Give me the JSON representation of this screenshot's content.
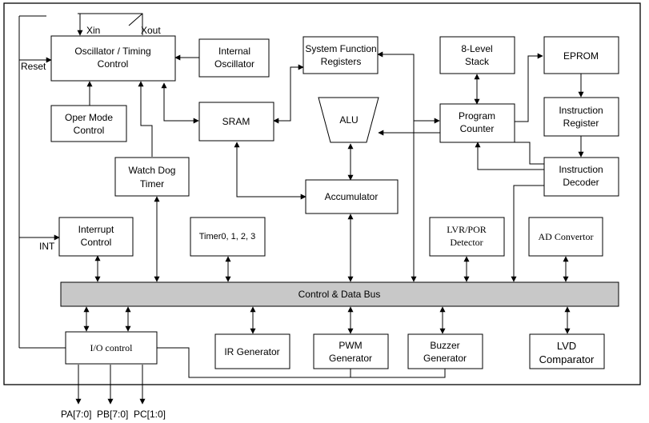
{
  "blocks": {
    "oscillator": [
      "Oscillator / Timing",
      "Control"
    ],
    "internal_osc": [
      "Internal",
      "Oscillator"
    ],
    "sys_func_regs": [
      "System Function",
      "Registers"
    ],
    "stack": [
      "8-Level",
      "Stack"
    ],
    "eprom": [
      "EPROM"
    ],
    "oper_mode": [
      "Oper  Mode",
      "Control"
    ],
    "sram": [
      "SRAM"
    ],
    "alu": [
      "ALU"
    ],
    "program_counter": [
      "Program",
      "Counter"
    ],
    "instr_register": [
      "Instruction",
      "Register"
    ],
    "watchdog": [
      "Watch Dog",
      "Timer"
    ],
    "instr_decoder": [
      "Instruction",
      "Decoder"
    ],
    "accumulator": [
      "Accumulator"
    ],
    "interrupt": [
      "Interrupt",
      "Control"
    ],
    "timer": [
      "Timer0, 1, 2, 3"
    ],
    "lvr_por": [
      "LVR/POR",
      "Detector"
    ],
    "ad_converter": [
      "AD Convertor"
    ],
    "bus": [
      "Control  & Data Bus"
    ],
    "io_control": [
      "I/O control"
    ],
    "ir_gen": [
      "IR Generator"
    ],
    "pwm_gen": [
      "PWM",
      "Generator"
    ],
    "buzzer_gen": [
      "Buzzer",
      "Generator"
    ],
    "lvd": [
      "LVD",
      "Comparator"
    ]
  },
  "pins": {
    "xin": "Xin",
    "xout": "Xout",
    "reset": "Reset",
    "int": "INT",
    "pa": "PA[7:0]",
    "pb": "PB[7:0]",
    "pc": "PC[1:0]"
  }
}
